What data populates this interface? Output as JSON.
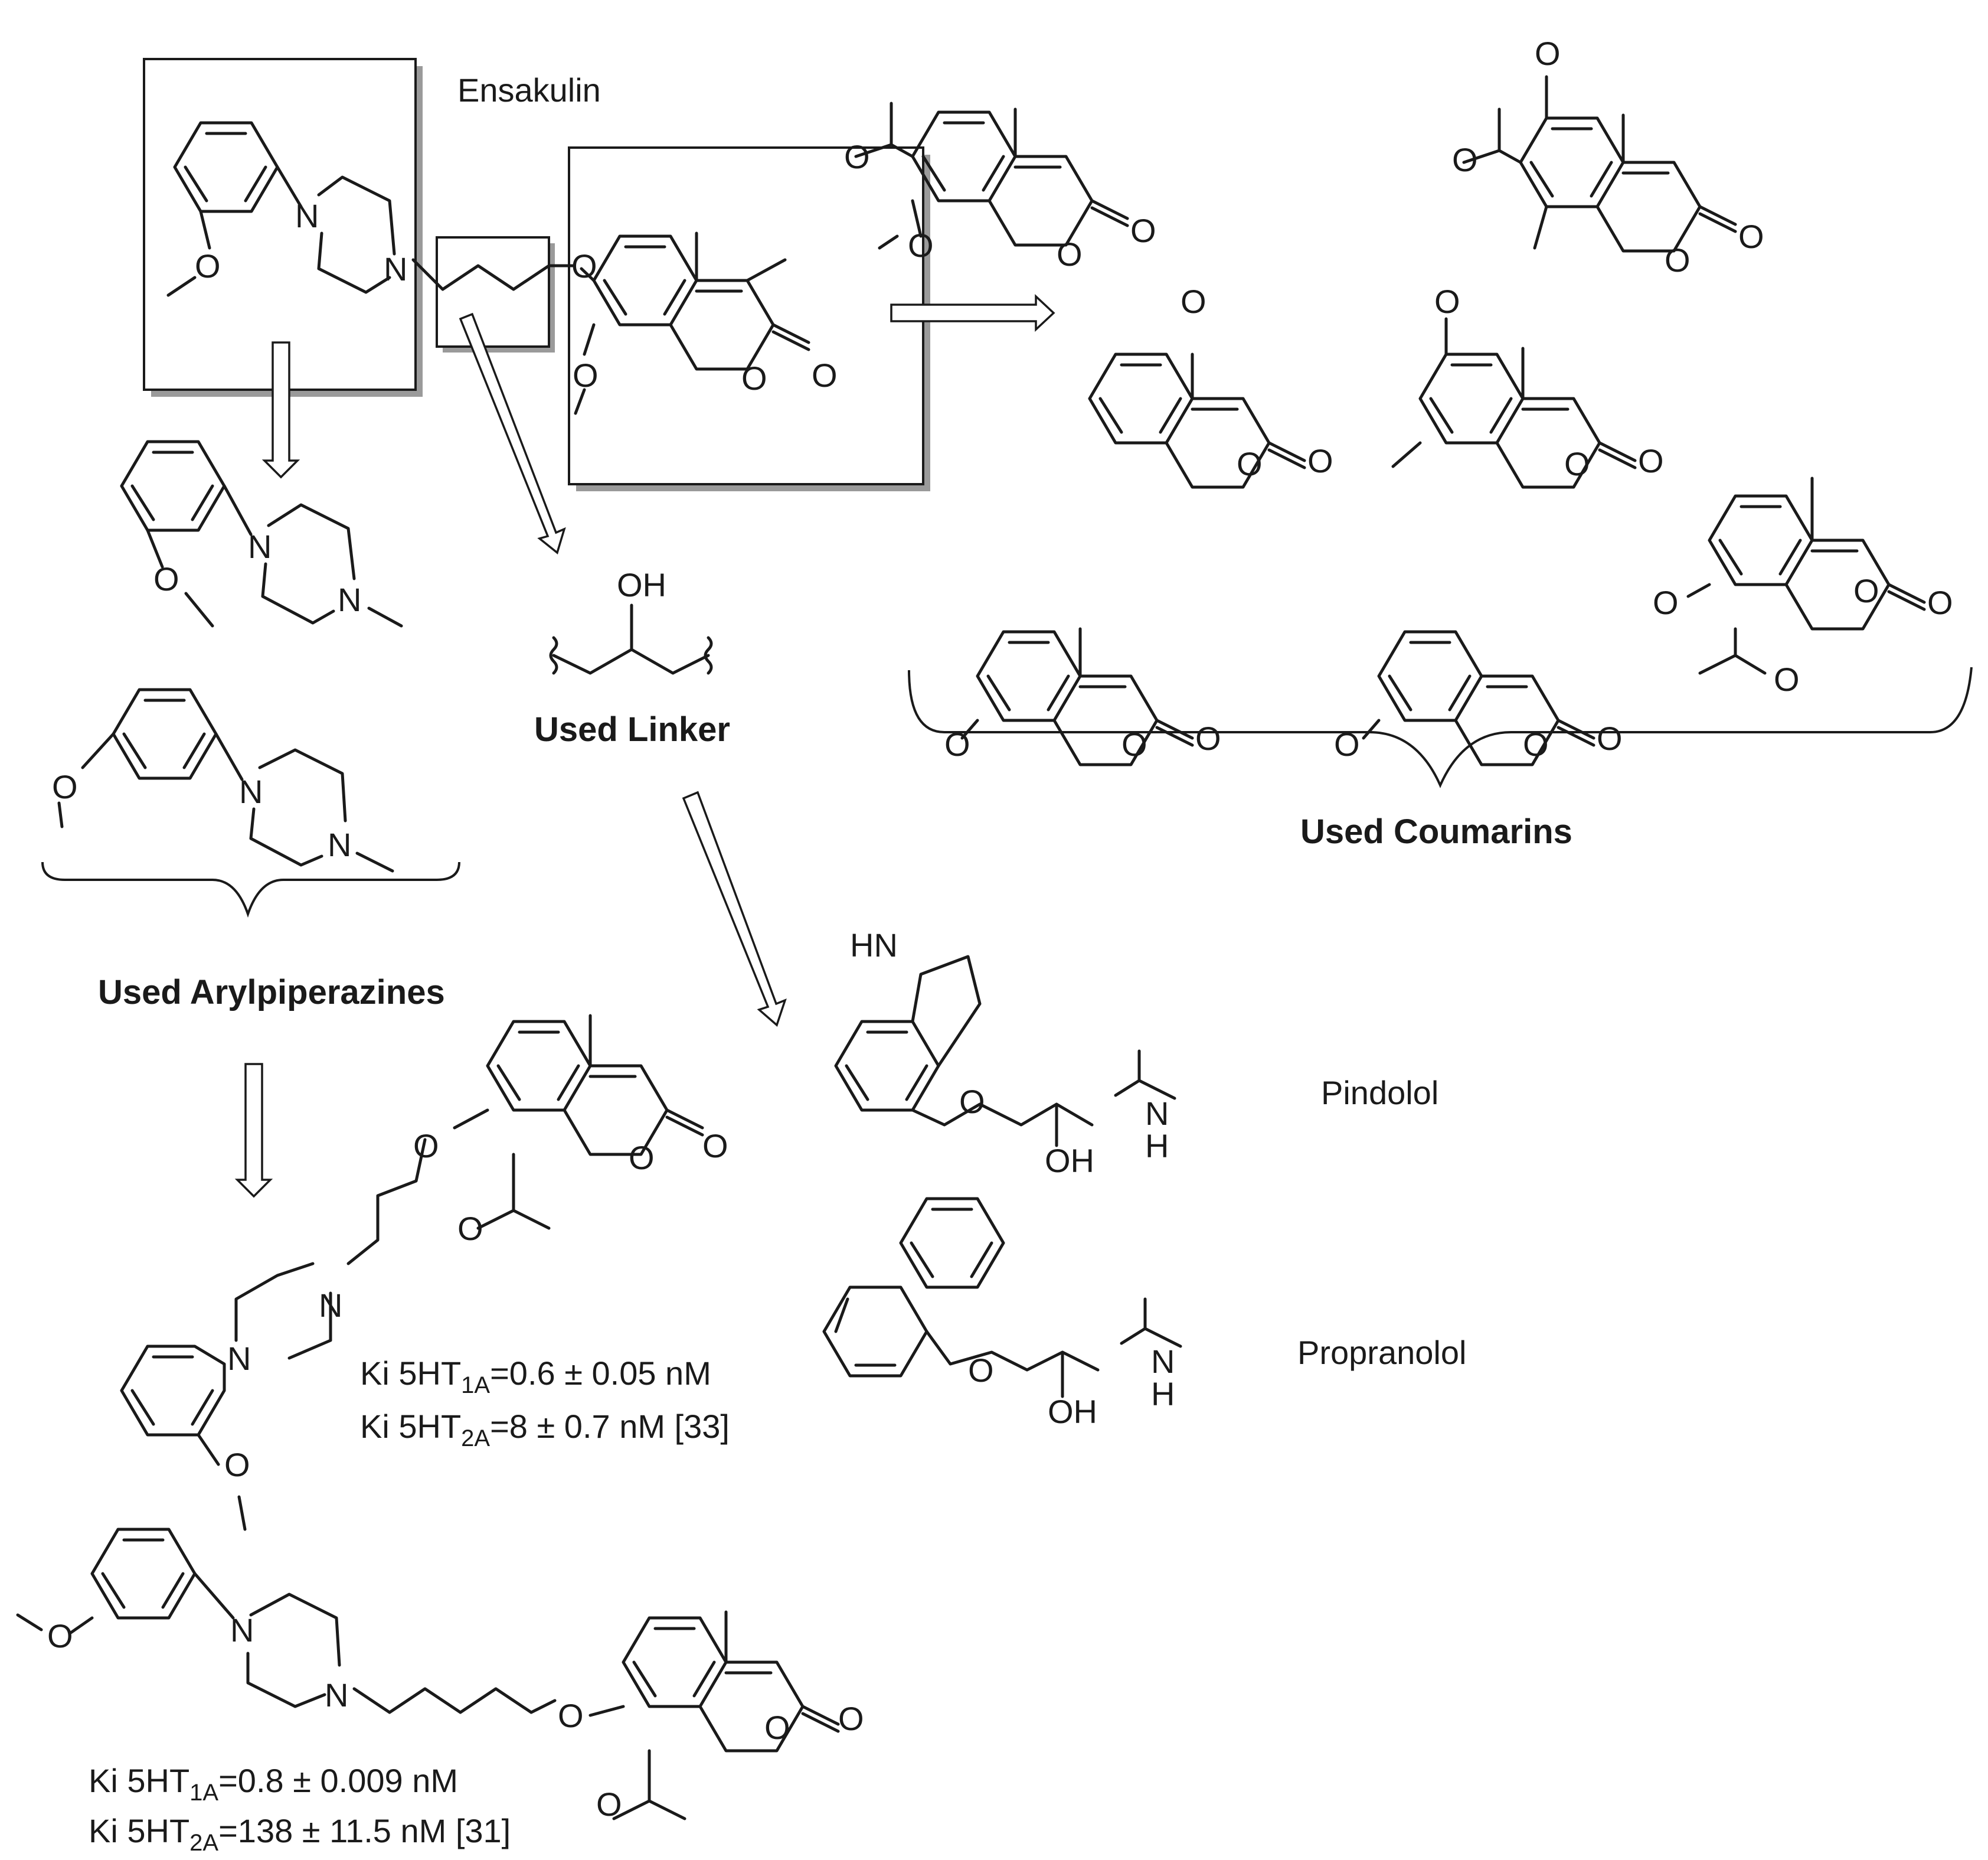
{
  "labels": {
    "ensakulin": "Ensakulin",
    "used_linker": "Used Linker",
    "used_coumarins": "Used Coumarins",
    "used_arylpiperazines": "Used Arylpiperazines",
    "pindolol": "Pindolol",
    "propranolol": "Propranolol"
  },
  "compound_a": {
    "ki_1a_prefix": "Ki 5HT",
    "ki_1a_sub": "1A",
    "ki_1a_value": "=0.6 ± 0.05 nM",
    "ki_2a_prefix": "Ki 5HT",
    "ki_2a_sub": "2A",
    "ki_2a_value": "=8 ± 0.7 nM  [33]"
  },
  "compound_b": {
    "ki_1a_prefix": "Ki 5HT",
    "ki_1a_sub": "1A",
    "ki_1a_value": "=0.8 ± 0.009 nM",
    "ki_2a_prefix": "Ki 5HT",
    "ki_2a_sub": "2A",
    "ki_2a_value": "=138 ± 11.5 nM [31]"
  },
  "atoms": {
    "o": "O",
    "n": "N",
    "oh": "OH",
    "hn": "HN",
    "nh_n": "N",
    "nh_h": "H"
  }
}
